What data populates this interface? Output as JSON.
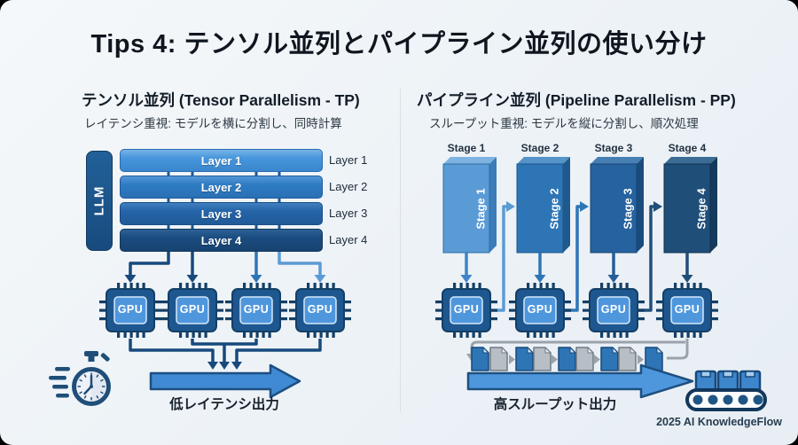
{
  "title": "Tips 4: テンソル並列とパイプライン並列の使い分け",
  "footer": "2025 AI KnowledgeFlow",
  "left_panel": {
    "heading": "テンソル並列 (Tensor Parallelism - TP)",
    "subtitle": "レイテンシ重視: モデルを横に分割し、同時計算",
    "model_label": "LLM",
    "layers": [
      "Layer 1",
      "Layer 2",
      "Layer 3",
      "Layer 4"
    ],
    "gpu_label": "GPU",
    "output_label": "低レイテンシ出力",
    "icon": "stopwatch"
  },
  "right_panel": {
    "heading": "パイプライン並列 (Pipeline Parallelism - PP)",
    "subtitle": "スループット重視: モデルを縦に分割し、順次処理",
    "stages": [
      "Stage 1",
      "Stage 2",
      "Stage 3",
      "Stage 4"
    ],
    "gpu_label": "GPU",
    "output_label": "高スループット出力",
    "icon": "conveyor-belt"
  },
  "colors": {
    "layer_fills": [
      "#4796dc",
      "#2e7cc4",
      "#2564a8",
      "#1b4c7f"
    ],
    "stage_fills": [
      "#5b9bd5",
      "#2e75b6",
      "#26629e",
      "#1f4e79"
    ],
    "big_arrow_fill": "#4390d9",
    "line_dark": "#17497c",
    "line_medium": "#2e75b6",
    "line_light": "#5b9bd5",
    "doc_blue": "#2e75b6",
    "doc_gray": "#b7bec5",
    "loop_gray": "#9aa3ab"
  }
}
